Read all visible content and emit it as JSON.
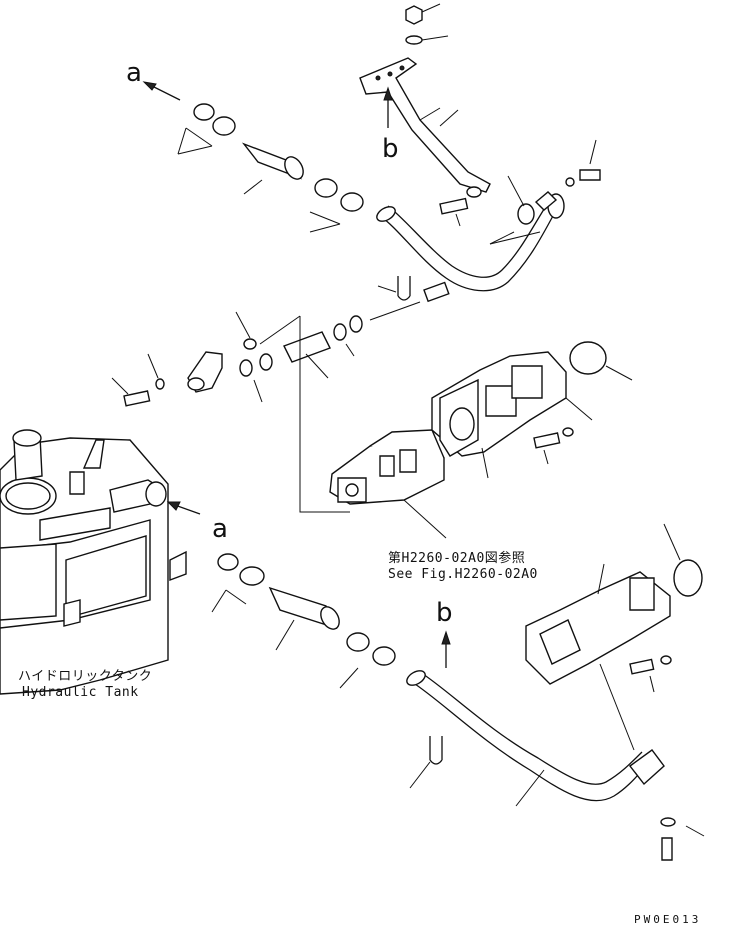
{
  "labels": {
    "arrow_a_top": "a",
    "arrow_b_top": "b",
    "arrow_a_tank": "a",
    "arrow_b_bottom": "b",
    "ref_jp": "第H2260-02A0図参照",
    "ref_en": "See Fig.H2260-02A0",
    "tank_jp": "ハイドロリックタンク",
    "tank_en": "Hydraulic Tank",
    "drawing_code": "PW0E013"
  }
}
